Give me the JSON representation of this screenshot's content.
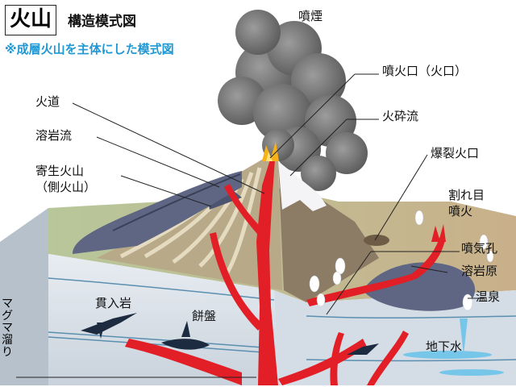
{
  "title": "火山",
  "subtitle": "構造模式図",
  "note": "※成層火山を主体にした模式図",
  "colors": {
    "note": "#1f98d4",
    "magma": "#e21f26",
    "lava_flow": "#6d7490",
    "smoke": "#8a8a8a",
    "ground_side": "#dde3ea",
    "ground_top": "#c9b08a",
    "water": "#6cc4ea"
  },
  "labels": {
    "smoke": "噴煙",
    "crater": "噴火口（火口）",
    "pyroclastic": "火砕流",
    "conduit": "火道",
    "lava_flow": "溶岩流",
    "parasitic_1": "寄生火山",
    "parasitic_2": "（側火山）",
    "explosion_crater": "爆裂火口",
    "fissure_1": "割れ目",
    "fissure_2": "噴火",
    "fumarole": "噴気孔",
    "lava_plateau": "溶岩原",
    "hot_spring": "温泉",
    "dike": "貫入岩",
    "laccolith": "餅盤",
    "groundwater": "地下水",
    "magma_chamber": "マグマ溜り"
  }
}
